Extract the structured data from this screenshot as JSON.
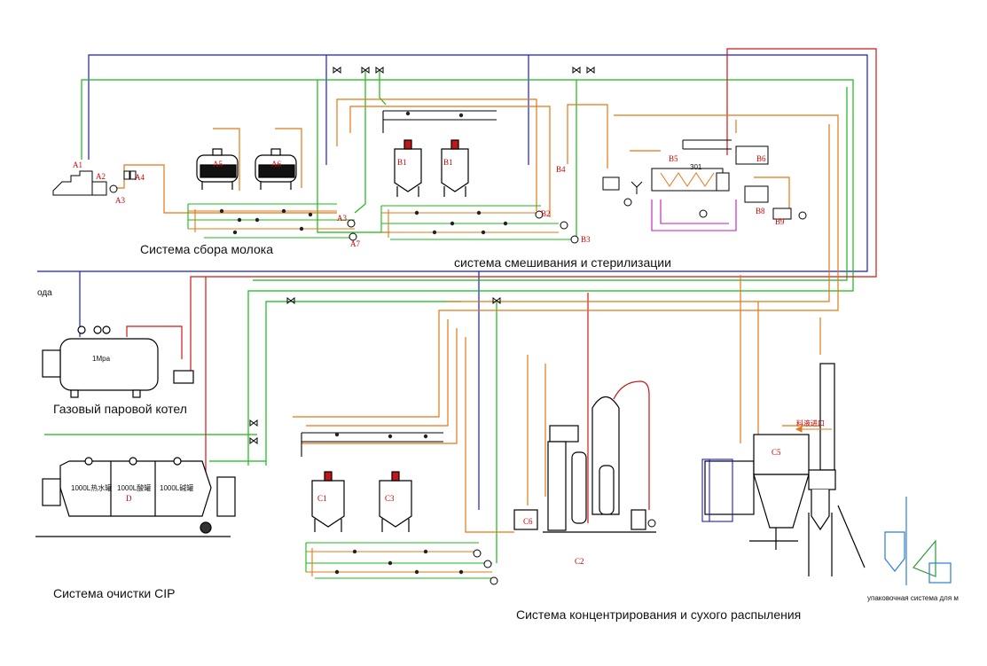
{
  "systems": {
    "milk_collection": "Система сбора молока",
    "mixing_sterilization": "система смешивания и стерилизации",
    "gas_boiler": "Газовый паровой котел",
    "cip": "Система очистки CIP",
    "concentration_drying": "Система концентрирования и сухого распыления",
    "packing": "упаковочная система для м",
    "water_inlet": "ода"
  },
  "equipment_tags": {
    "A1": "A1",
    "A2": "A2",
    "A3": "A3",
    "A3b": "A3",
    "A4": "A4",
    "A5": "A5",
    "A6": "A6",
    "A7": "A7",
    "B1": "B1",
    "B1b": "B1",
    "B2": "B2",
    "B3": "B3",
    "B4": "B4",
    "B5": "B5",
    "B6": "B6",
    "B8": "B8",
    "B9": "B9",
    "C1": "C1",
    "C2": "C2",
    "C3": "C3",
    "C5": "C5",
    "C6": "C6",
    "D": "D"
  },
  "small_labels": {
    "boiler_pressure": "1Mpa",
    "tank1": "1000L热水罐",
    "tank2": "1000L酸罐",
    "tank3": "1000L碱罐",
    "feed_inlet": "料液进口",
    "steriliser_code": "301"
  },
  "line_colors": {
    "water": "#1a1ad0",
    "steam": "#d01818",
    "product": "#e07818",
    "return": "#18b818",
    "equipment": "#000000",
    "hot_water": "#c018c0"
  }
}
